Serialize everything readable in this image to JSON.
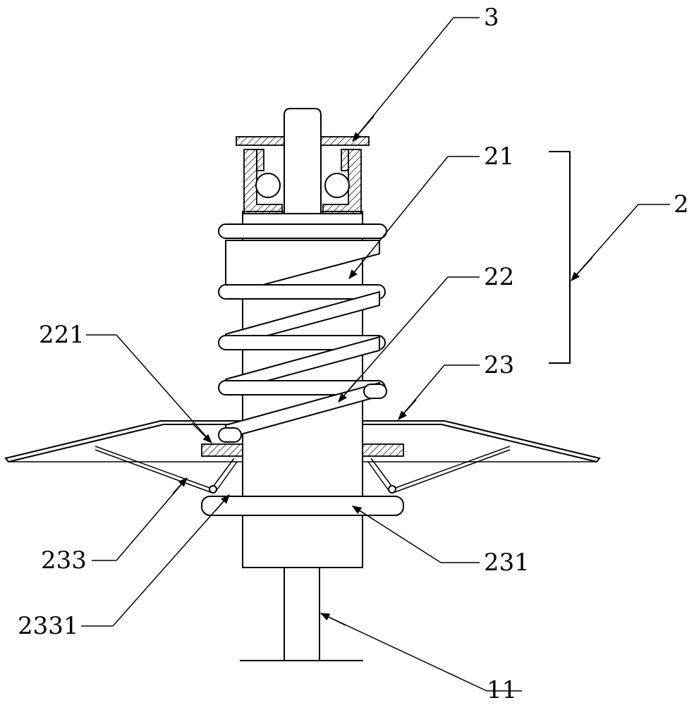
{
  "labels": {
    "shaft": "11",
    "assembly": "2",
    "spring_top": "21",
    "spring_mid": "22",
    "sliding_ring": "221",
    "umbrella": "23",
    "base_ring": "231",
    "strut": "233",
    "hinge": "2331",
    "bearing_cap": "3"
  }
}
